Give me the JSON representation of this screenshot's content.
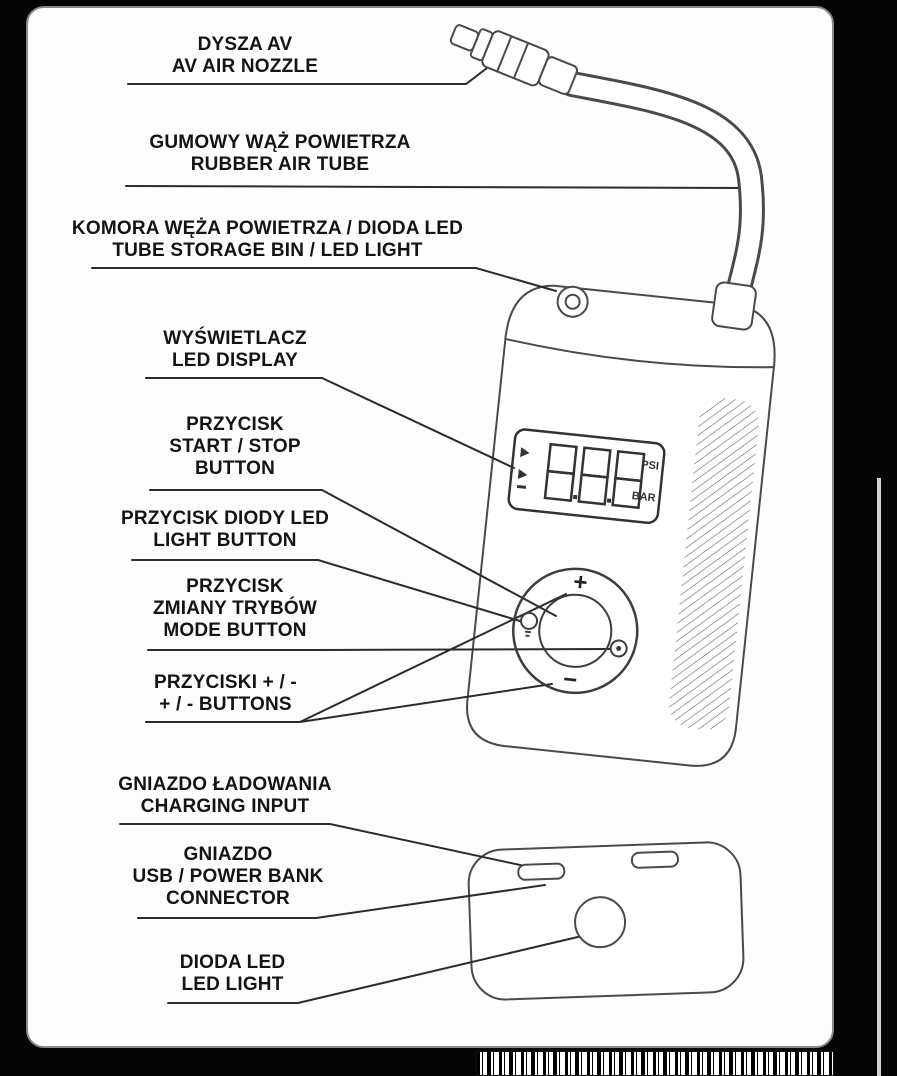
{
  "page": {
    "background": "#050505",
    "card_color": "#fdfdfd"
  },
  "labels": [
    {
      "id": "av-nozzle",
      "text": "DYSZA AV\nAV AIR NOZZLE"
    },
    {
      "id": "rubber-air-tube",
      "text": "GUMOWY WĄŻ POWIETRZA\nRUBBER AIR TUBE"
    },
    {
      "id": "tube-storage-bin",
      "text": "KOMORA WĘŻA POWIETRZA / DIODA LED\nTUBE STORAGE BIN / LED LIGHT"
    },
    {
      "id": "led-display",
      "text": "WYŚWIETLACZ\nLED DISPLAY"
    },
    {
      "id": "start-stop-button",
      "text": "PRZYCISK\nSTART / STOP\nBUTTON"
    },
    {
      "id": "light-button",
      "text": "PRZYCISK DIODY LED\nLIGHT BUTTON"
    },
    {
      "id": "mode-button",
      "text": "PRZYCISK\nZMIANY TRYBÓW\nMODE BUTTON"
    },
    {
      "id": "plus-minus-buttons",
      "text": "PRZYCISKI + / -\n+ / - BUTTONS"
    },
    {
      "id": "charging-input",
      "text": "GNIAZDO ŁADOWANIA\nCHARGING INPUT"
    },
    {
      "id": "usb-power-bank",
      "text": "GNIAZDO\nUSB / POWER BANK\nCONNECTOR"
    },
    {
      "id": "led-light",
      "text": "DIODA LED\nLED LIGHT"
    }
  ],
  "device": {
    "display": {
      "unit_top": "PSI",
      "unit_bottom": "BAR"
    },
    "dial": {
      "plus": "+",
      "minus": "−"
    }
  }
}
